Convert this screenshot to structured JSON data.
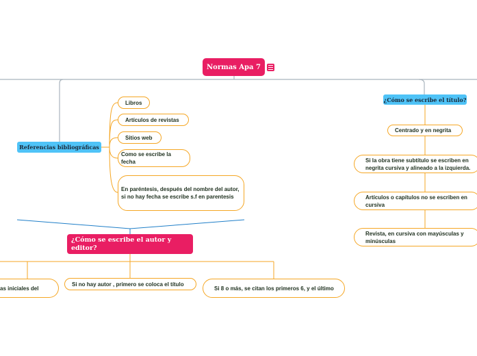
{
  "root": {
    "label": "Normas Apa 7"
  },
  "referencias": {
    "label": "Referencias bibliográficas",
    "items": [
      "Libros",
      "Artículos de revistas",
      "Sitios web",
      "Como se escribe la fecha",
      "En paréntesis, después del nombre del autor, si no hay fecha se escribe s.f en parentesis"
    ]
  },
  "titulo": {
    "label": "¿Cómo se escribe el título?",
    "items": [
      "Centrado y en negrita",
      "Si la obra tiene subtítulo se escriben en negrita cursiva y alineado a la izquierda.",
      "Artículos o capítulos no se escriben en cursiva",
      "Revista, en cursiva con mayúsculas y minúsculas"
    ]
  },
  "autor": {
    "label": "¿Cómo se escribe el autor y editor?",
    "items": [
      "as iniciales del",
      "Si no hay autor , primero se coloca el título",
      "Si 8 o más, se citan los primeros 6, y el último"
    ]
  },
  "colors": {
    "root": "#e91e63",
    "blue_topic": "#4fc3f7",
    "leaf_border": "#f5a623",
    "connector_gray": "#a9b4bd",
    "connector_blue": "#1e7ec8"
  }
}
